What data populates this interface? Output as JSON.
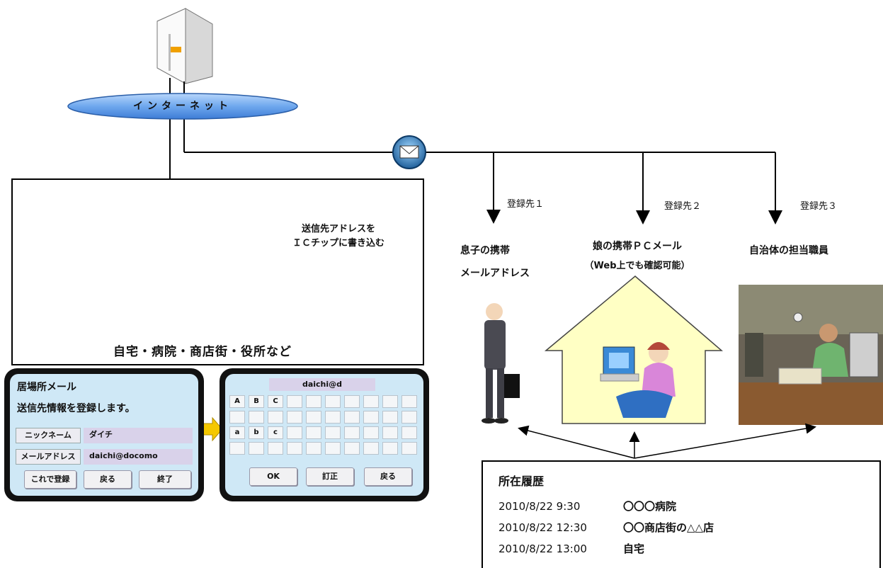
{
  "internet_label": "インターネット",
  "registrations": [
    {
      "label": "登録先１",
      "dest_lines": [
        "息子の携帯",
        "メールアドレス"
      ]
    },
    {
      "label": "登録先２",
      "dest_lines": [
        "娘の携帯ＰＣメール",
        "（Web上でも確認可能）"
      ]
    },
    {
      "label": "登録先３",
      "dest_lines": [
        "自治体の担当職員"
      ]
    }
  ],
  "scene": {
    "bubble_lines": [
      "送信先アドレスを",
      "ＩＣチップに書き込む"
    ],
    "caption": "自宅・病院・商店街・役所など"
  },
  "register_panel": {
    "title": "居場所メール",
    "subtitle": "送信先情報を登録します。",
    "fields": [
      {
        "label": "ニックネーム",
        "value": "ダイチ"
      },
      {
        "label": "メールアドレス",
        "value": "daichi@docomo"
      }
    ],
    "buttons": [
      "これで登録",
      "戻る",
      "終了"
    ]
  },
  "keyboard_panel": {
    "input_value": "daichi@d",
    "keys_row1": [
      "A",
      "B",
      "C"
    ],
    "keys_row2": [
      "a",
      "b",
      "c"
    ],
    "buttons": [
      "OK",
      "訂正",
      "戻る"
    ]
  },
  "history": {
    "title": "所在履歴",
    "rows": [
      {
        "time": "2010/8/22 9:30",
        "place": "〇〇〇病院"
      },
      {
        "time": "2010/8/22 12:30",
        "place": "〇〇商店街の△△店"
      },
      {
        "time": "2010/8/22 13:00",
        "place": "自宅"
      }
    ]
  },
  "colors": {
    "internet_fill": "#6fa8ee",
    "panel_bg": "#cfe8f6",
    "bubble_fill": "#f7c9cf",
    "house_fill": "#ffffc4",
    "desk_orange": "#e9842a"
  }
}
